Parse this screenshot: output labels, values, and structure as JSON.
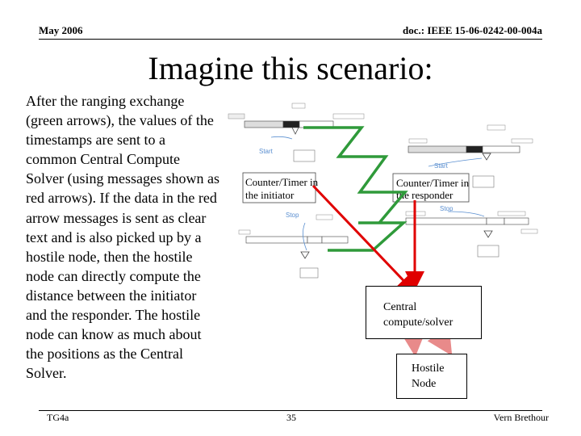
{
  "header": {
    "date": "May 2006",
    "doc": "doc.: IEEE 15-06-0242-00-004a"
  },
  "title": "Imagine this scenario:",
  "body_text": "After the ranging exchange (green arrows), the values of the timestamps are sent to a common Central Compute Solver (using messages shown as red arrows). If the data in the red arrow messages is sent as clear text and is also picked up by a hostile node, then the hostile node can directly compute the distance between the initiator and the responder. The hostile node can know as much about the positions as the Central Solver.",
  "diagram": {
    "initiator_line1": "Counter/Timer in",
    "initiator_line2": "the initiator",
    "responder_line1": "Counter/Timer in",
    "responder_line2": "the responder",
    "start_left": "Start",
    "start_right": "Start",
    "stop_left": "Stop",
    "stop_right": "Stop",
    "central_label": "Central compute/solver",
    "hostile_label": "Hostile Node",
    "arrow_colors": {
      "ranging": "#2f9a3a",
      "message": "#e00000",
      "hostile": "#e88a8a"
    }
  },
  "footer": {
    "left": "TG4a",
    "page": "35",
    "author": "Vern Brethour"
  }
}
